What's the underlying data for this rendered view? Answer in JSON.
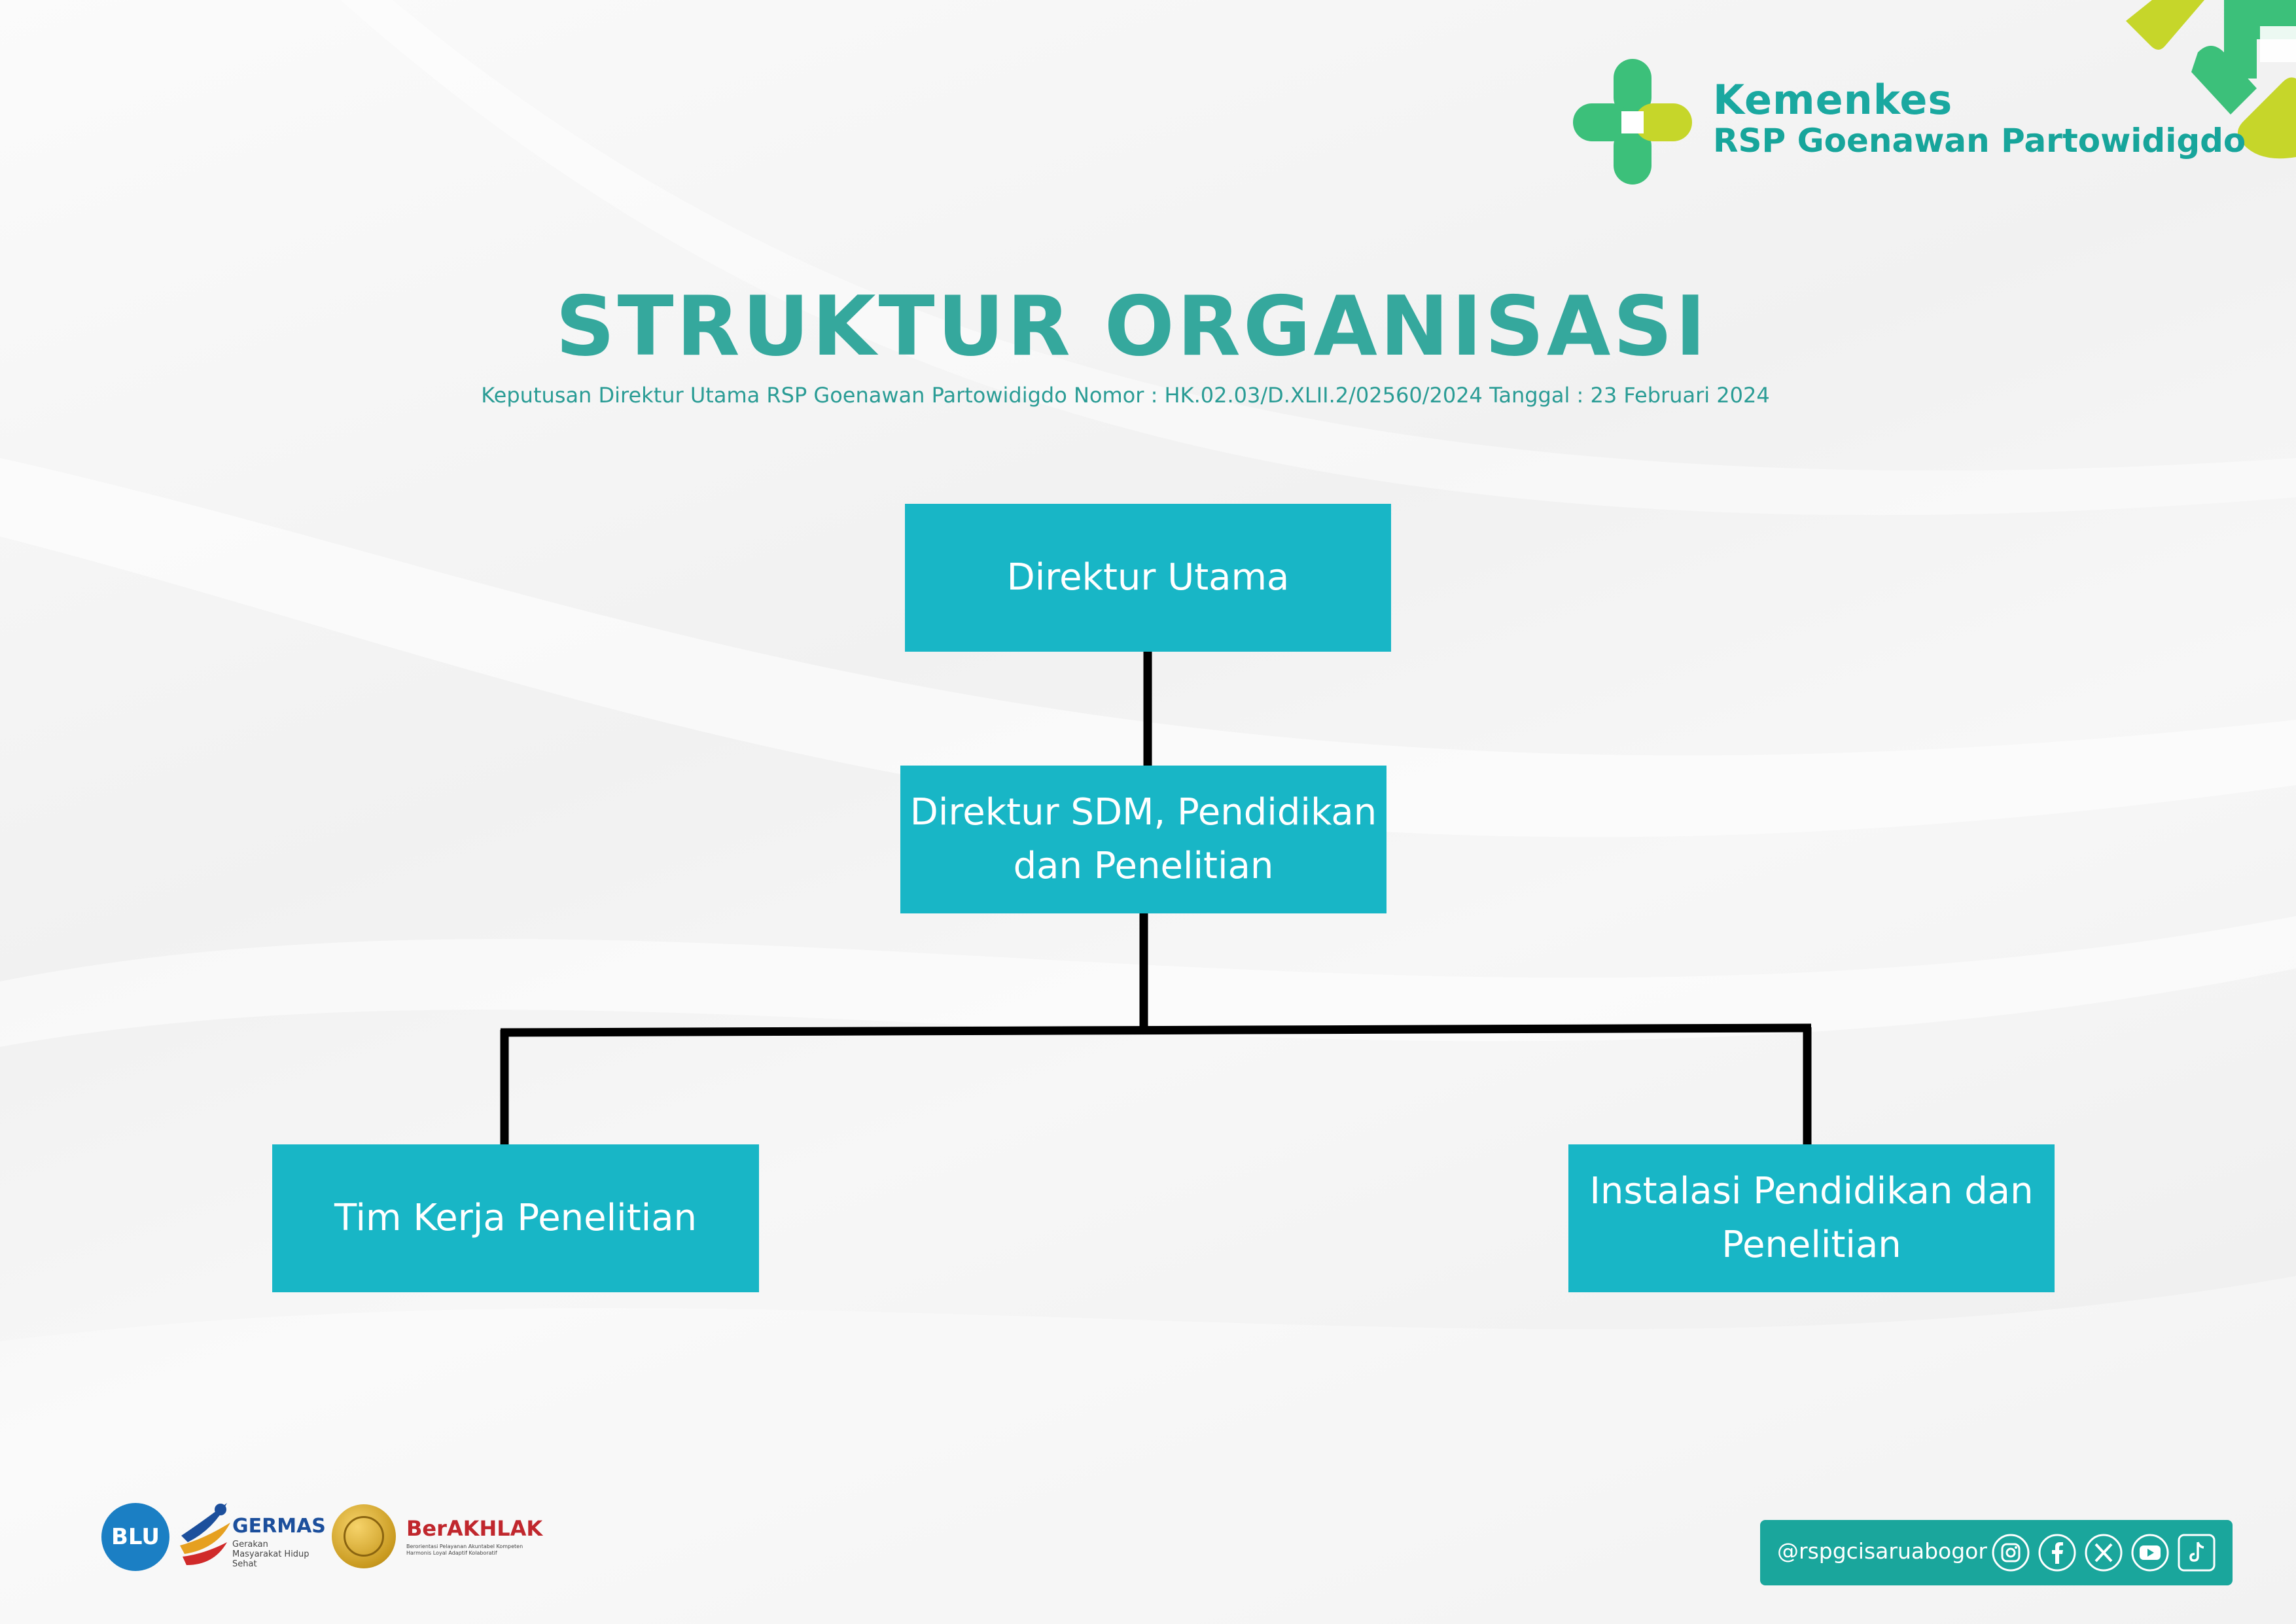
{
  "header": {
    "logo_title": "Kemenkes",
    "logo_subtitle": "RSP Goenawan Partowidigdo"
  },
  "title": "STRUKTUR ORGANISASI",
  "subtitle": "Keputusan Direktur Utama RSP Goenawan Partowidigdo Nomor : HK.02.03/D.XLII.2/02560/2024 Tanggal : 23 Februari 2024",
  "org_chart": {
    "nodes": [
      {
        "id": "direktur-utama",
        "label": "Direktur Utama"
      },
      {
        "id": "direktur-sdm",
        "label": "Direktur SDM, Pendidikan dan Penelitian"
      },
      {
        "id": "tim-kerja-penelitian",
        "label": "Tim Kerja Penelitian"
      },
      {
        "id": "instalasi-pendidikan",
        "label": "Instalasi Pendidikan dan Penelitian"
      }
    ],
    "edges": [
      {
        "from": "direktur-utama",
        "to": "direktur-sdm"
      },
      {
        "from": "direktur-sdm",
        "to": "tim-kerja-penelitian"
      },
      {
        "from": "direktur-sdm",
        "to": "instalasi-pendidikan"
      }
    ]
  },
  "footer": {
    "logos": {
      "blu": "BLU",
      "germas": "GERMAS",
      "germas_tagline": "Gerakan Masyarakat Hidup Sehat",
      "berakhlak": "BerAKHLAK",
      "berakhlak_tagline": "Berorientasi Pelayanan Akuntabel Kompeten Harmonis Loyal Adaptif Kolaboratif"
    },
    "social": {
      "handle": "@rspgcisaruabogor",
      "icons": [
        "instagram-icon",
        "facebook-icon",
        "x-icon",
        "youtube-icon",
        "tiktok-icon"
      ]
    }
  },
  "colors": {
    "teal_title": "#35a89d",
    "box_fill": "#18b6c6",
    "box_text": "#ffffff",
    "connector": "#000000",
    "social_bar": "#1aa69c",
    "logo_green": "#3cc07a",
    "logo_lime": "#c6d62a"
  }
}
